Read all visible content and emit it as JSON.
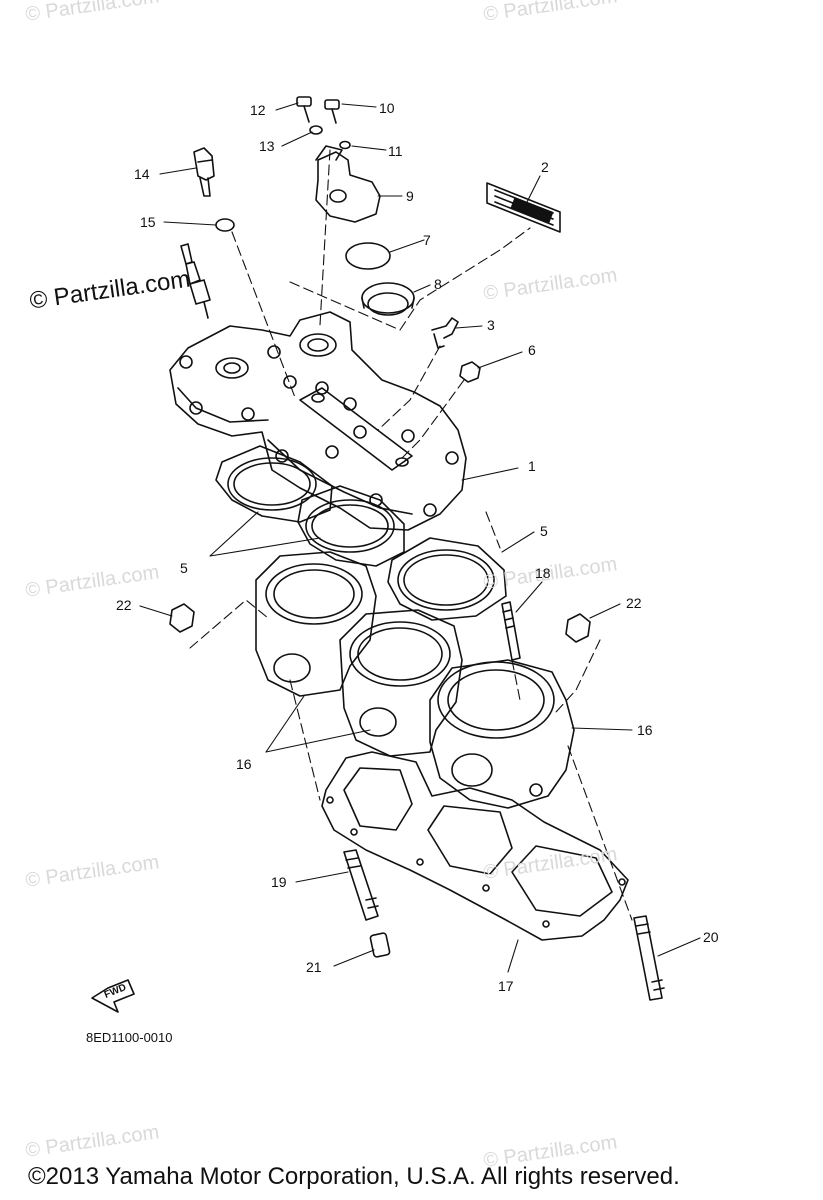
{
  "watermark": {
    "text": "© Partzilla.com",
    "prominent_text": "© Partzilla.com"
  },
  "callouts": [
    "1",
    "2",
    "3",
    "5",
    "5",
    "6",
    "7",
    "8",
    "9",
    "10",
    "11",
    "12",
    "13",
    "14",
    "15",
    "16",
    "16",
    "17",
    "18",
    "19",
    "20",
    "21",
    "22",
    "22"
  ],
  "arrow_label": "FWD",
  "diagram_code": "8ED1100-0010",
  "copyright": "©2013  Yamaha Motor Corporation, U.S.A. All rights reserved."
}
